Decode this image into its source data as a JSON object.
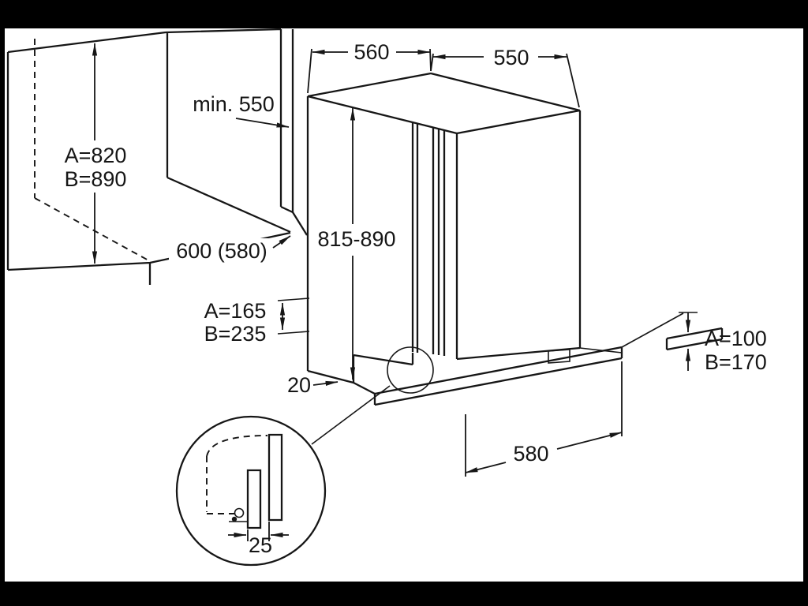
{
  "colors": {
    "ink": "#161616",
    "paper": "#ffffff",
    "frame": "#000000"
  },
  "dimension_labels": {
    "top_depth": "560",
    "top_width": "550",
    "niche_min_depth": "min. 550",
    "niche_height_a": "A=820",
    "niche_height_b": "B=890",
    "niche_width": "600 (580)",
    "appliance_height_range": "815-890",
    "plinth_recess_a": "A=165",
    "plinth_recess_b": "B=235",
    "front_gap": "20",
    "plinth_board_a": "A=100",
    "plinth_board_b": "B=170",
    "plinth_length": "580",
    "detail_plinth_setback": "25"
  }
}
